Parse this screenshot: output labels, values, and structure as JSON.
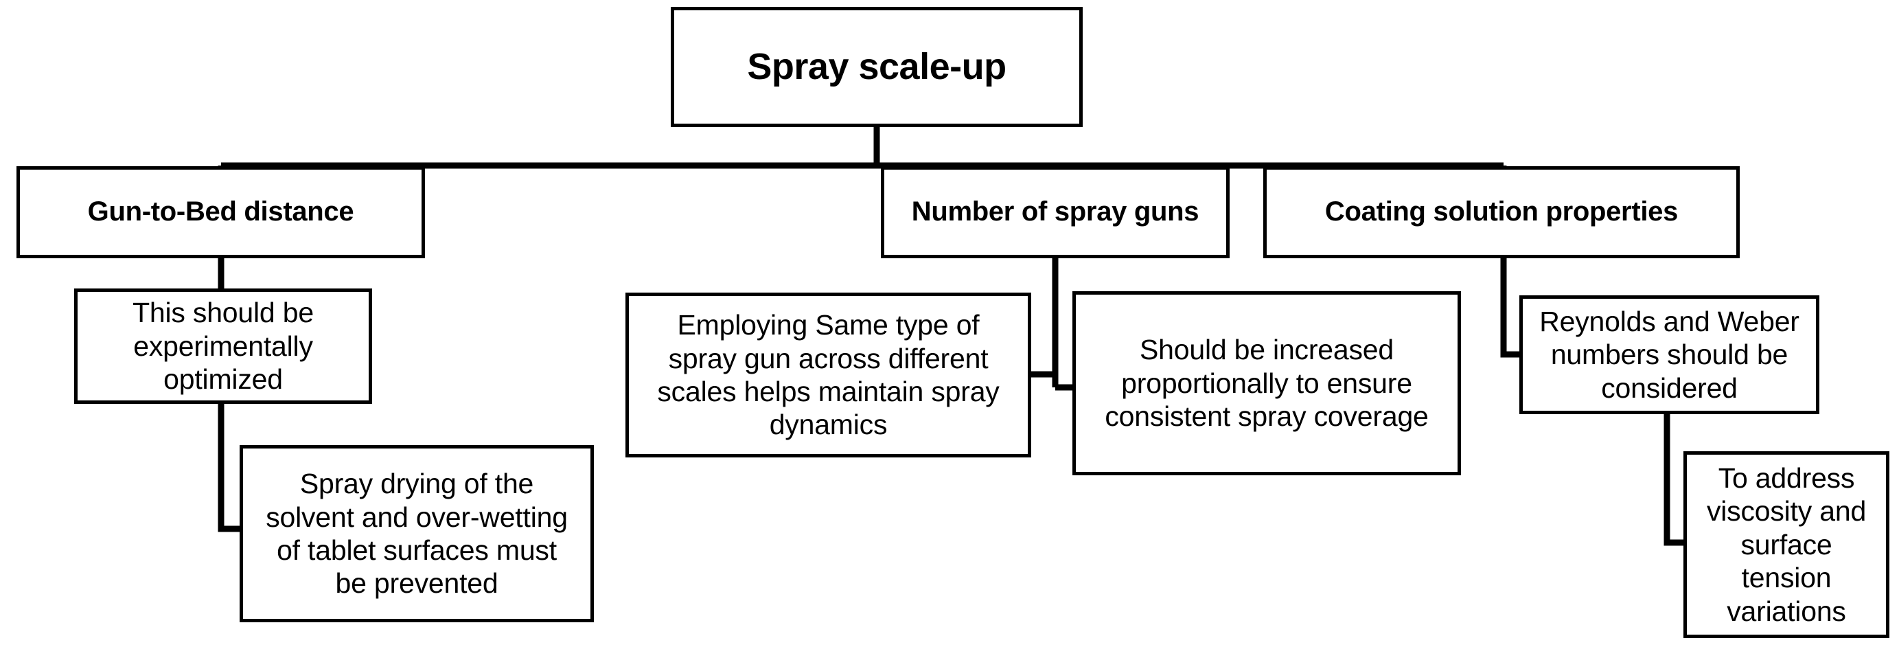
{
  "diagram": {
    "title": "Spray scale-up",
    "type": "hierarchy-tree",
    "style": {
      "background": "#ffffff",
      "box_fill": "#ffffff",
      "box_stroke": "#000000",
      "text_color": "#000000",
      "connector_color": "#000000"
    },
    "nodes": {
      "root": {
        "label": "Spray scale-up",
        "level": 1
      },
      "branches": [
        {
          "label": "Gun-to-Bed distance",
          "level": 2,
          "children": [
            {
              "label": "This should be\nexperimentally\noptimized",
              "level": 3
            },
            {
              "label": "Spray drying of the\nsolvent and over-wetting\nof tablet surfaces must\nbe prevented",
              "level": 3
            }
          ]
        },
        {
          "label": "Number of spray guns",
          "level": 2,
          "children": [
            {
              "label": "Employing Same type of\nspray gun across different\nscales helps maintain spray\ndynamics",
              "level": 3
            },
            {
              "label": "Should be increased\nproportionally to ensure\nconsistent spray coverage",
              "level": 3
            }
          ]
        },
        {
          "label": "Coating solution properties",
          "level": 2,
          "children": [
            {
              "label": "Reynolds and Weber\nnumbers should be\nconsidered",
              "level": 3
            },
            {
              "label": "To address\nviscosity and\nsurface\ntension\nvariations",
              "level": 3
            }
          ]
        }
      ]
    }
  }
}
